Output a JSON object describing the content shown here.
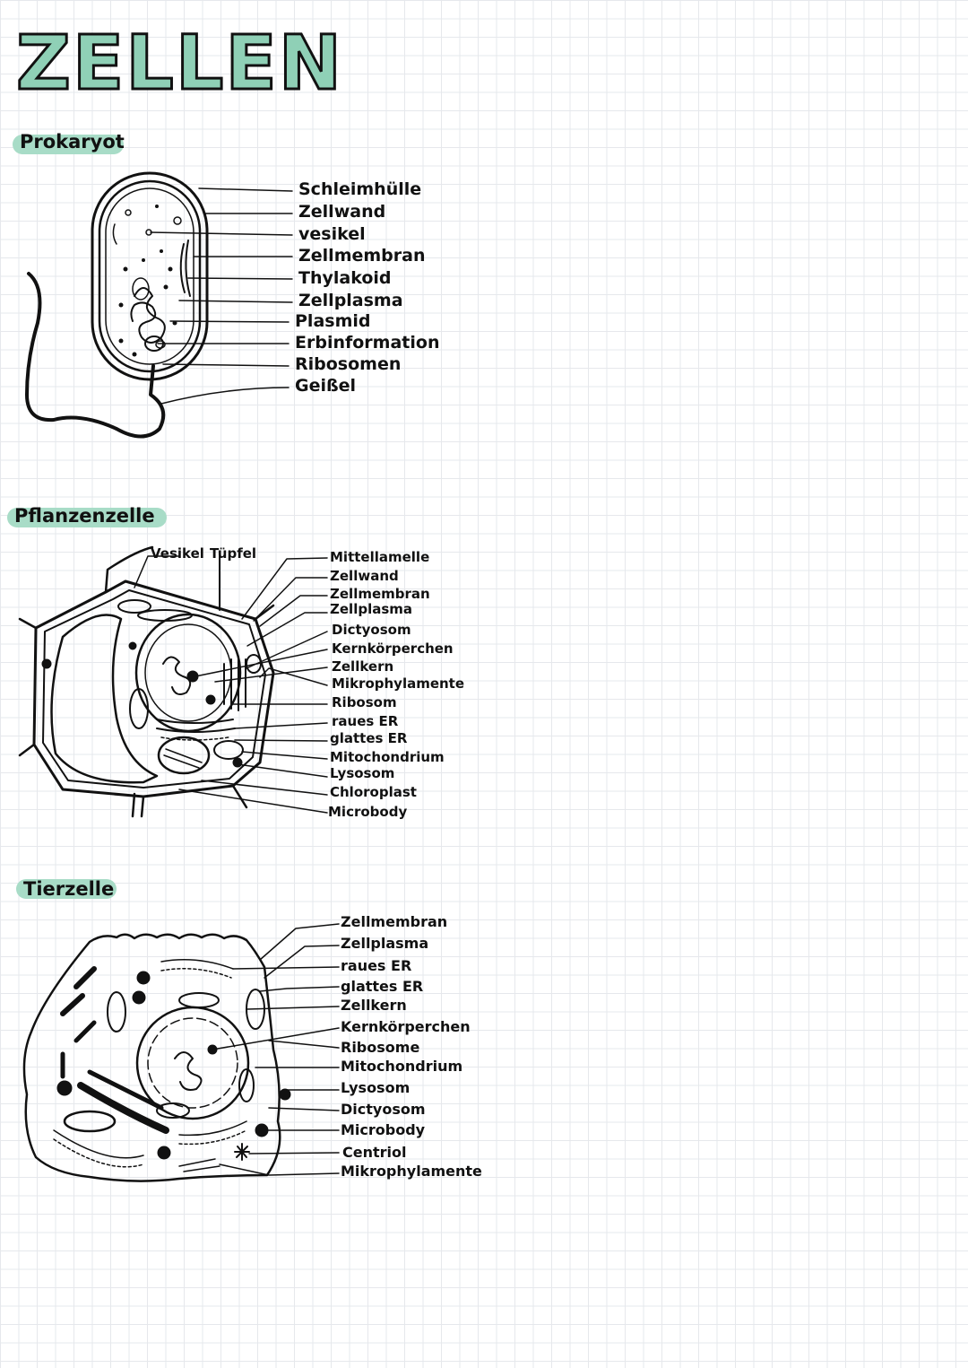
{
  "title": "ZELLEN",
  "colors": {
    "accent": "#a8dcc7",
    "title_fill": "#8fd0b6",
    "ink": "#111111",
    "grid": "#e6e8ec"
  },
  "sections": {
    "prokaryot": {
      "heading": "Prokaryot",
      "labels": [
        "Schleimhülle",
        "Zellwand",
        "vesikel",
        "Zellmembran",
        "Thylakoid",
        "Zellplasma",
        "Plasmid",
        "Erbinformation",
        "Ribosomen",
        "Geißel"
      ]
    },
    "pflanzenzelle": {
      "heading": "Pflanzenzelle",
      "top_labels": [
        "Vesikel",
        "Tüpfel"
      ],
      "labels": [
        "Mittellamelle",
        "Zellwand",
        "Zellmembran",
        "Zellplasma",
        "Dictyosom",
        "Kernkörperchen",
        "Zellkern",
        "Mikrophylamente",
        "Ribosom",
        "raues ER",
        "glattes ER",
        "Mitochondrium",
        "Lysosom",
        "Chloroplast",
        "Microbody"
      ]
    },
    "tierzelle": {
      "heading": "Tierzelle",
      "labels": [
        "Zellmembran",
        "Zellplasma",
        "raues ER",
        "glattes ER",
        "Zellkern",
        "Kernkörperchen",
        "Ribosome",
        "Mitochondrium",
        "Lysosom",
        "Dictyosom",
        "Microbody",
        "Centriol",
        "Mikrophylamente"
      ]
    }
  }
}
